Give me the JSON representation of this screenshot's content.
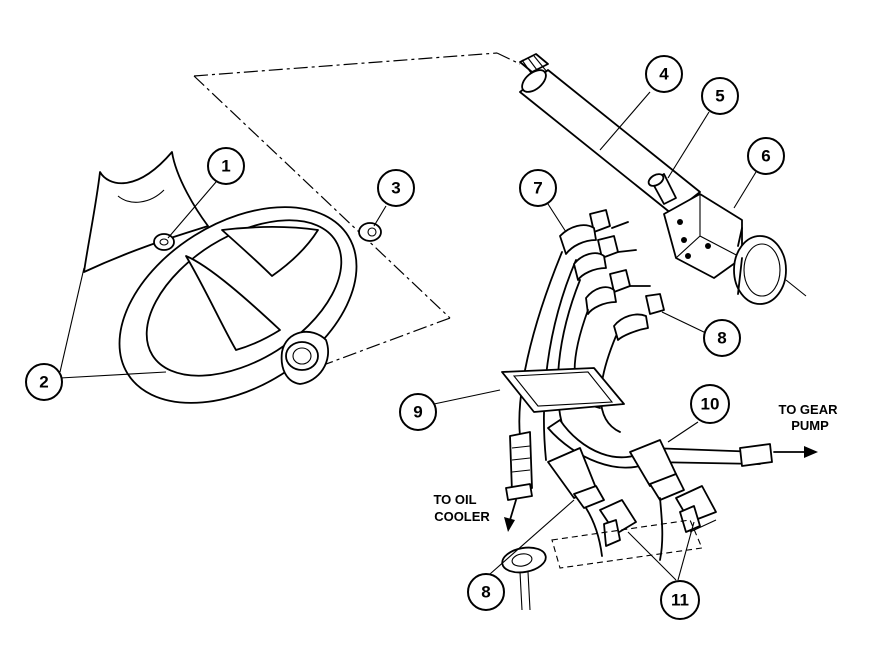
{
  "callouts": [
    {
      "id": "1",
      "label": "1"
    },
    {
      "id": "2",
      "label": "2"
    },
    {
      "id": "3",
      "label": "3"
    },
    {
      "id": "4",
      "label": "4"
    },
    {
      "id": "5",
      "label": "5"
    },
    {
      "id": "6",
      "label": "6"
    },
    {
      "id": "7",
      "label": "7"
    },
    {
      "id": "8a",
      "label": "8"
    },
    {
      "id": "9",
      "label": "9"
    },
    {
      "id": "10",
      "label": "10"
    },
    {
      "id": "8b",
      "label": "8"
    },
    {
      "id": "11",
      "label": "11"
    }
  ],
  "annotations": {
    "to_gear_pump_line1": "TO GEAR",
    "to_gear_pump_line2": "PUMP",
    "to_oil_cooler_line1": "TO OIL",
    "to_oil_cooler_line2": "COOLER"
  }
}
